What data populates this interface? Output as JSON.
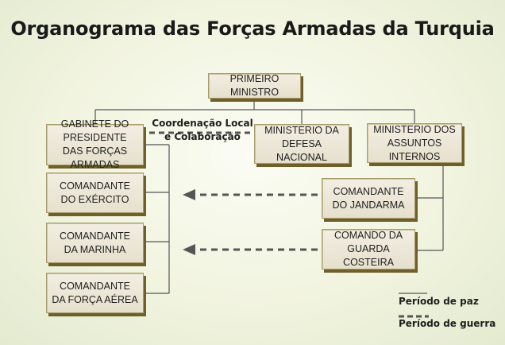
{
  "title": "Organograma das Forças Armadas da Turquia",
  "nodes": {
    "pm": "PRIMEIRO MINISTRO",
    "gabinete": "GABINETE DO PRESIDENTE DAS FORÇAS ARMADAS",
    "defesa": "MINISTERIO DA DEFESA NACIONAL",
    "interior": "MINISTERIO DOS ASSUNTOS INTERNOS",
    "exercito": "COMANDANTE DO EXÉRCITO",
    "marinha": "COMANDANTE DA MARINHA",
    "aerea": "COMANDANTE DA FORÇA AÉREA",
    "jandarma": "COMANDANTE DO JANDARMA",
    "guarda": "COMANDO DA GUARDA COSTEIRA"
  },
  "coordination_label": "Coordenação Local e Colaboração",
  "legend": {
    "peace": "Período de paz",
    "war": "Período de guerra"
  },
  "colors": {
    "box_fill": "#ece7d6",
    "box_shadow": "#6e6028",
    "line": "#555555",
    "dashed": "#555555",
    "background": "#f1f4df"
  }
}
